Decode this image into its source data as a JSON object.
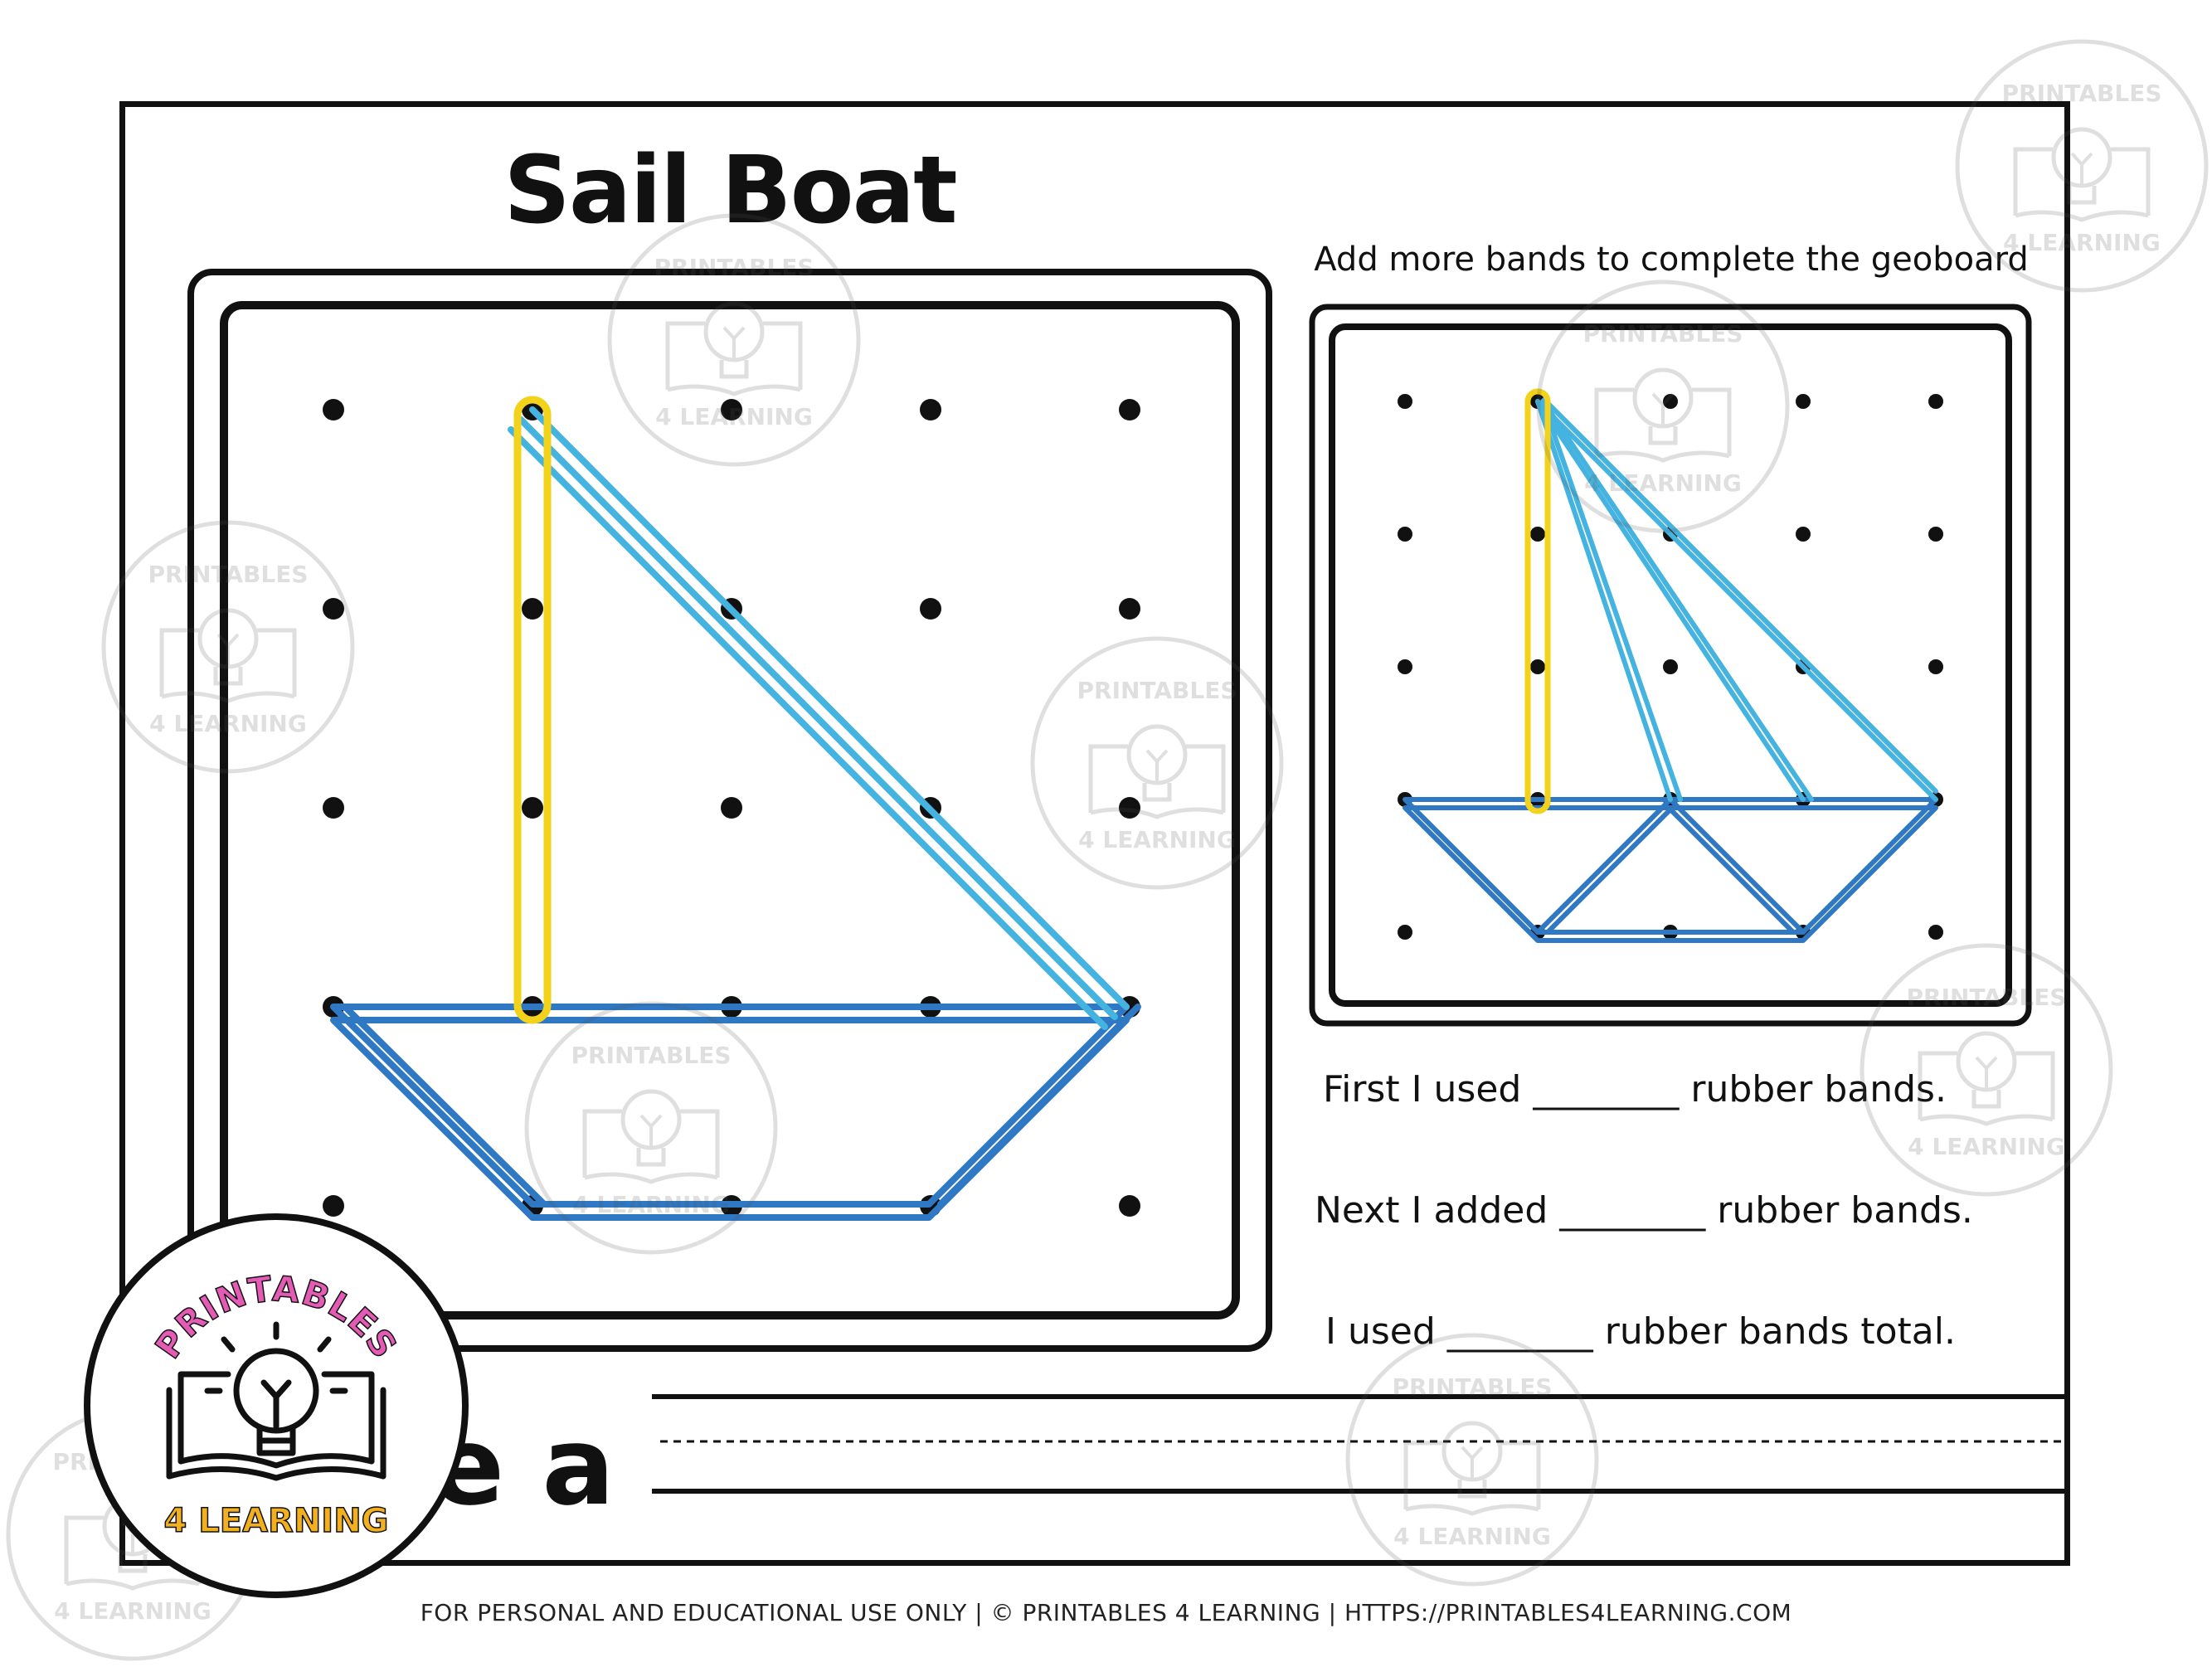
{
  "title": "Sail Boat",
  "instruction": "Add more bands to complete the geoboard",
  "questions": [
    {
      "before": "First I used",
      "blank": "________",
      "after": "rubber bands."
    },
    {
      "before": "Next I added",
      "blank": "________",
      "after": "rubber bands."
    },
    {
      "before": "I used",
      "blank": "________",
      "after": "rubber bands total."
    }
  ],
  "tagline": "e a",
  "footer": "FOR PERSONAL AND EDUCATIONAL USE ONLY | © PRINTABLES 4 LEARNING | HTTPS://PRINTABLES4LEARNING.COM",
  "logo": {
    "top_text": "PRINTABLES",
    "bottom_text": "4 LEARNING",
    "icon": "lightbulb-book-icon"
  },
  "watermark": {
    "top_text": "PRINTABLES",
    "bottom_text": "4 LEARNING",
    "icon": "lightbulb-book-icon"
  },
  "colors": {
    "mast": "#f2d21a",
    "sail": "#45b3e0",
    "hull": "#2f78c4",
    "ink": "#111111"
  }
}
